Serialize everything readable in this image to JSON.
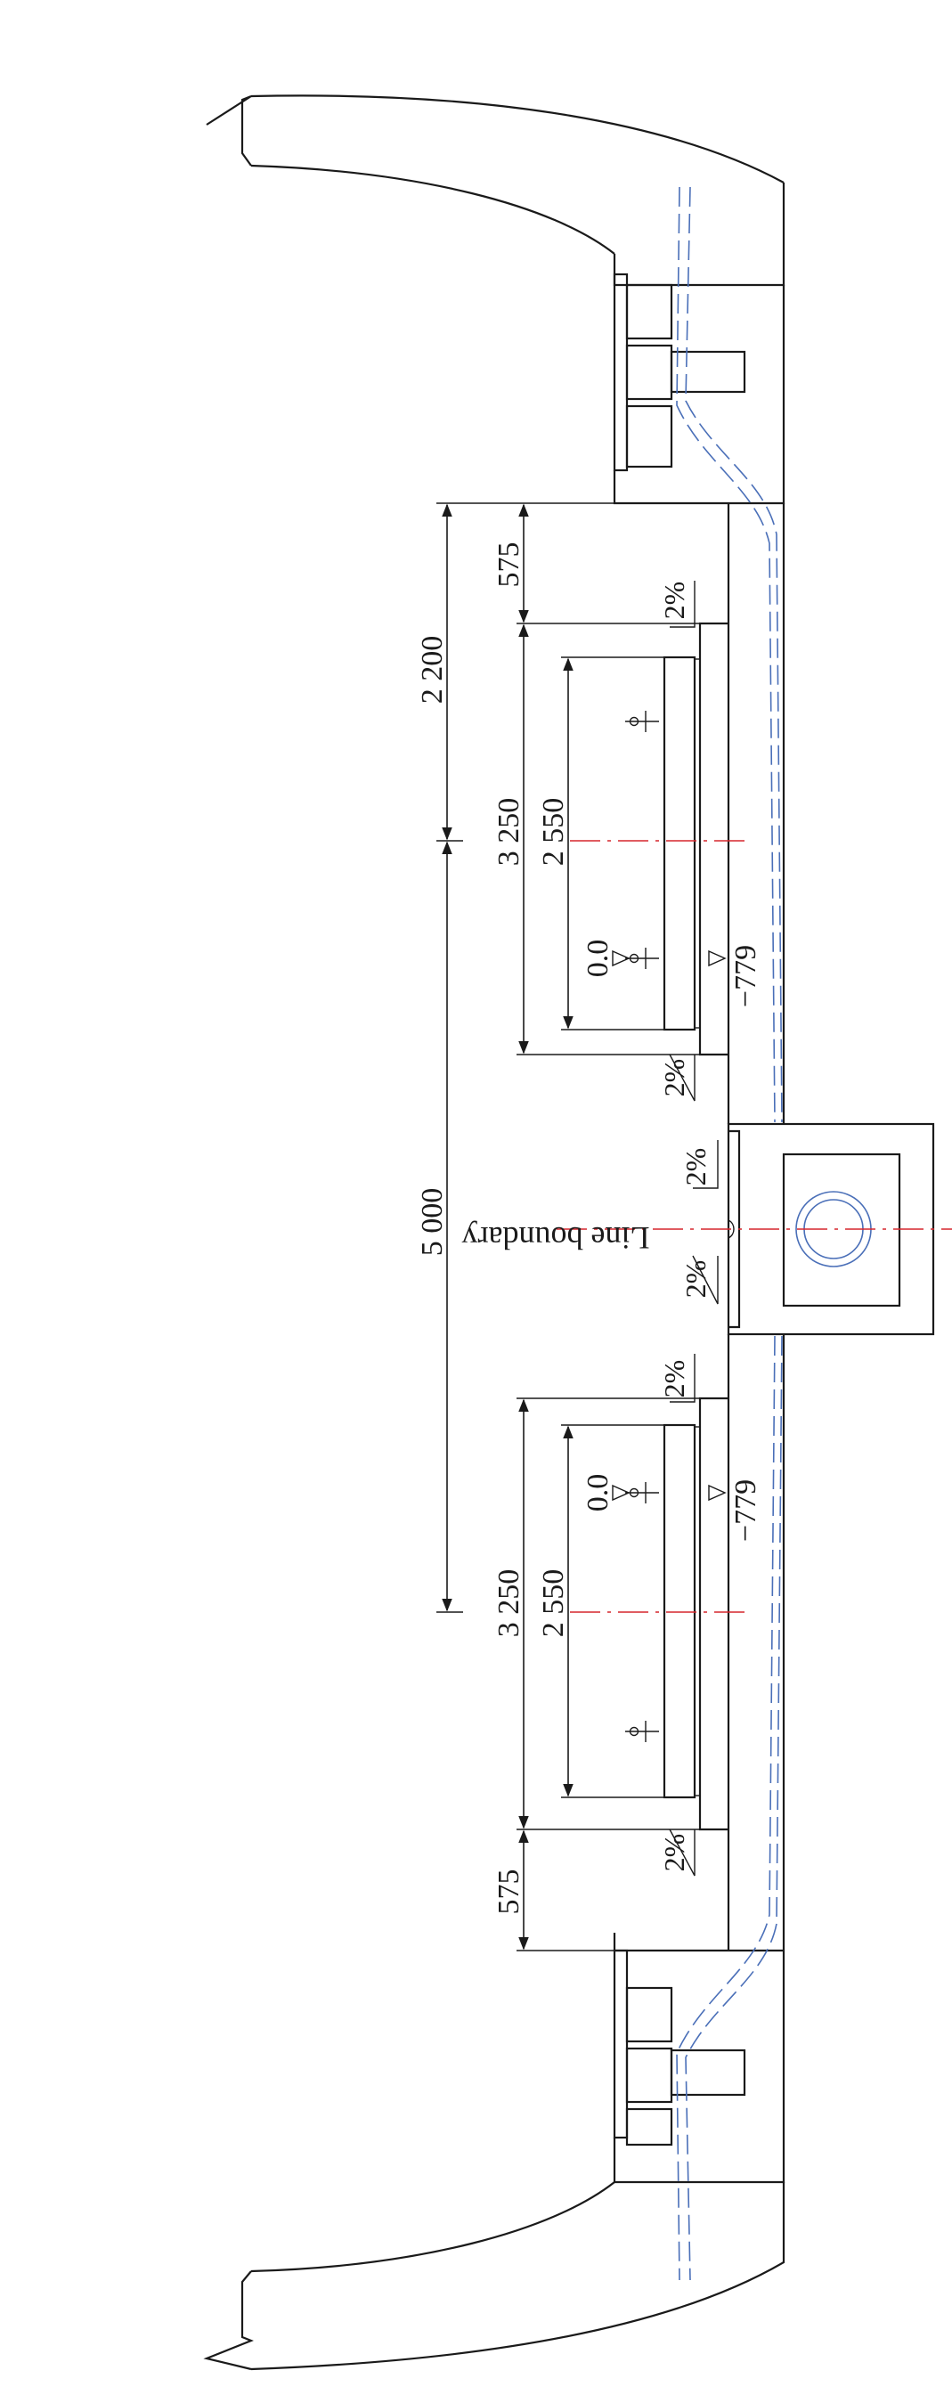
{
  "drawing": {
    "dimensions": {
      "d_575_top": "575",
      "d_2200": "2 200",
      "d_5000": "5 000",
      "d_3250_top": "3 250",
      "d_2550_top": "2 550",
      "d_3250_bottom": "3 250",
      "d_2550_bottom": "2 550",
      "d_575_bottom": "575"
    },
    "levels": {
      "rail_level_top": "0.0",
      "rail_level_bottom": "0.0",
      "bottom_level_top": "−779",
      "bottom_level_bottom": "−779"
    },
    "slopes": {
      "slope_a": "2%",
      "slope_b": "2%",
      "slope_c": "2%",
      "slope_d": "2%",
      "slope_e": "2%",
      "slope_f": "2%"
    },
    "labels": {
      "line_boundary": "Line boundary"
    },
    "colors": {
      "structure": "#1a1a1a",
      "centerline": "#d6262d",
      "waterproof": "#4a6fb8"
    }
  }
}
